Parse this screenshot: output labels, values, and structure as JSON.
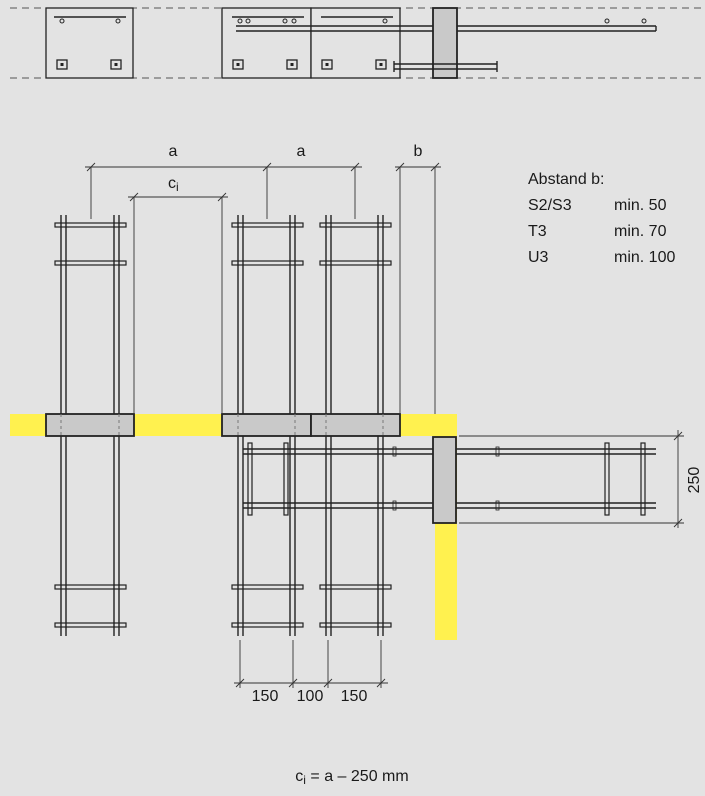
{
  "dimensions": {
    "a_left": "a",
    "a_right": "a",
    "ci_main": "c",
    "ci_sub": "i",
    "b": "b",
    "w150_left": "150",
    "w100": "100",
    "w150_right": "150",
    "h250": "250"
  },
  "spacing_table": {
    "title": "Abstand b:",
    "rows": [
      {
        "label": "S2/S3",
        "value": "min. 50"
      },
      {
        "label": "T3",
        "value": "min. 70"
      },
      {
        "label": "U3",
        "value": "min. 100"
      }
    ]
  },
  "formula": {
    "c": "c",
    "sub": "i",
    "rest": " = a – 250 mm"
  },
  "colors": {
    "background": "#e3e3e3",
    "slab": "#fff14f",
    "block": "#c9c9c9",
    "line": "#222222"
  }
}
